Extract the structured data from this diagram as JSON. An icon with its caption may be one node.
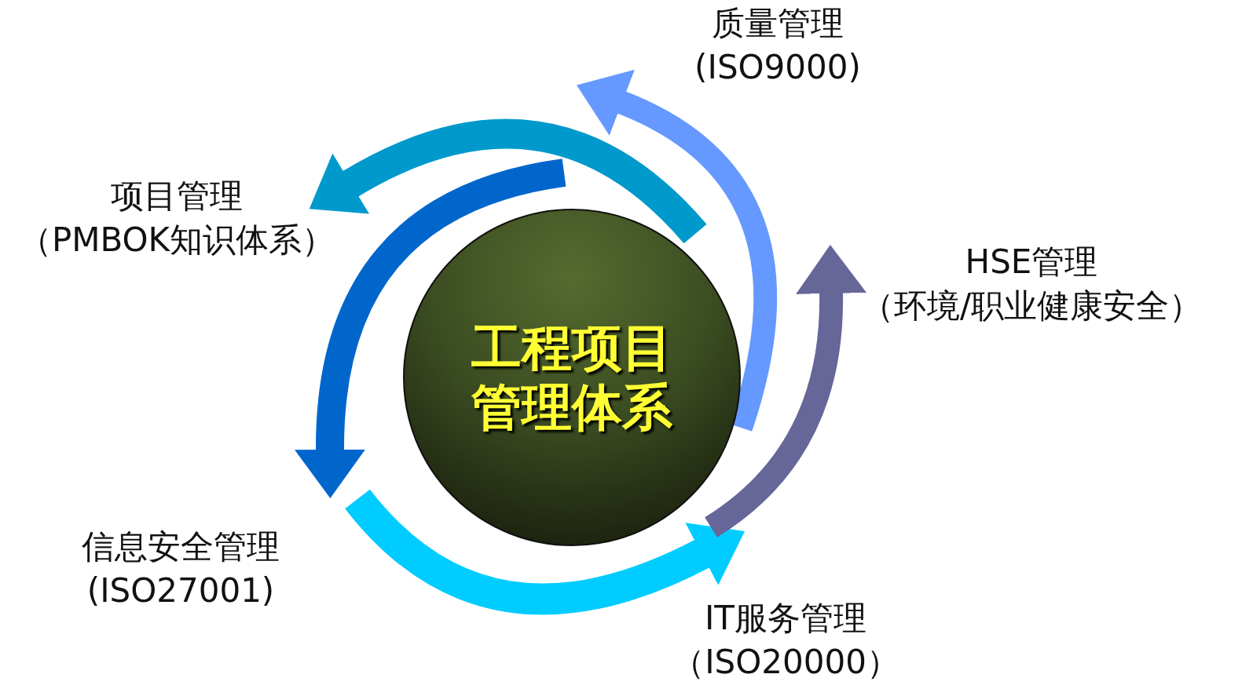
{
  "diagram": {
    "nodes": [
      {
        "text": [
          "质量管理",
          "(ISO9000)"
        ]
      },
      {
        "text": [
          "项目管理",
          "（PMBOK知识体系）"
        ]
      },
      {
        "text": [
          "HSE管理",
          "（环境/职业健康安全）"
        ]
      },
      {
        "text": [
          "工程项目管理体系"
        ]
      },
      {
        "text": [
          "信息安全管理",
          "(ISO27001)"
        ]
      },
      {
        "text": [
          "IT服务管理",
          "（ISO20000）"
        ]
      }
    ],
    "edges": [
      {
        "from": 3,
        "to": 1,
        "arrow": "to",
        "color": "#0099cc"
      },
      {
        "from": null,
        "to": 4,
        "arrow": "to",
        "color": "#0066cc"
      },
      {
        "from": null,
        "to": 5,
        "arrow": "to",
        "color": "#00ccff"
      },
      {
        "from": 3,
        "to": 2,
        "arrow": "to",
        "color": "#666699"
      },
      {
        "from": 3,
        "to": 0,
        "arrow": "to",
        "color": "#6699ff"
      }
    ]
  }
}
